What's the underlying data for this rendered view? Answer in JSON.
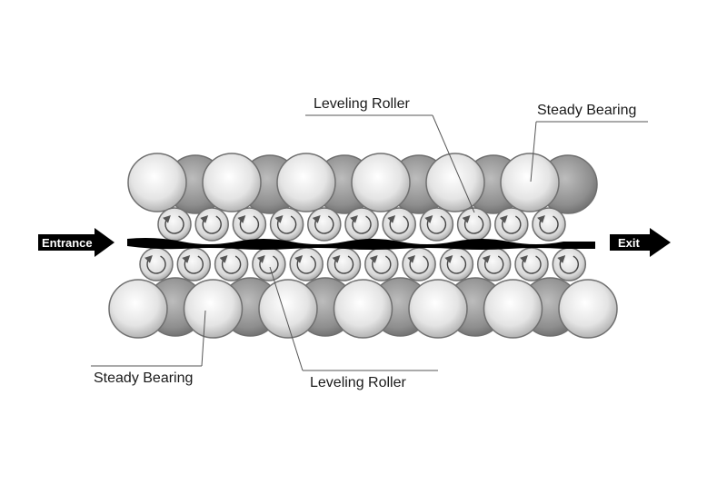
{
  "labels": {
    "leveling_roller_top": "Leveling Roller",
    "steady_bearing_top": "Steady Bearing",
    "steady_bearing_bottom": "Steady Bearing",
    "leveling_roller_bottom": "Leveling Roller",
    "entrance": "Entrance",
    "exit": "Exit"
  },
  "colors": {
    "strip": "#000000",
    "roller_light": "#f2f2f2",
    "roller_dark": "#8a8a8a",
    "outline": "#6f6f6f"
  },
  "rollers": {
    "top_bearings_light": 6,
    "top_bearings_dark": 6,
    "top_leveling": 11,
    "bottom_leveling": 12,
    "bottom_bearings_light": 7,
    "bottom_bearings_dark": 6
  }
}
